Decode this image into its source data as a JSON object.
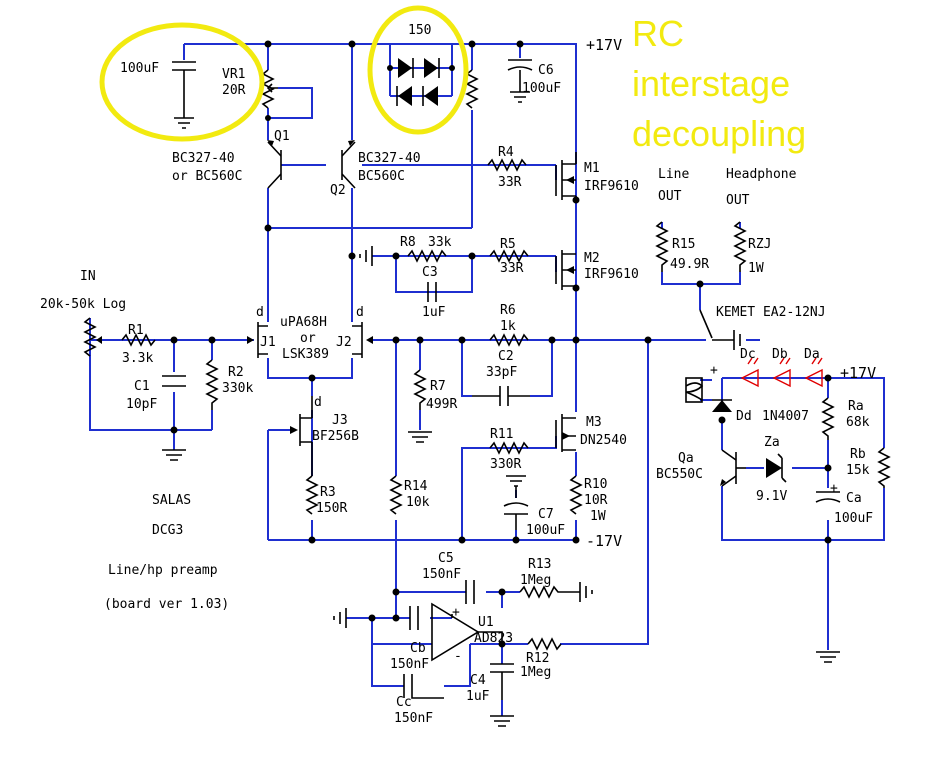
{
  "annotation": {
    "line1": "RC",
    "line2": "interstage",
    "line3": "decoupling",
    "color": "#f2ea10"
  },
  "rails": {
    "pos": "+17V",
    "pos2": "+17V",
    "neg": "-17V"
  },
  "title": {
    "line1": "SALAS",
    "line2": "DCG3",
    "line3": "Line/hp preamp",
    "line4": "(board ver 1.03)"
  },
  "input": {
    "label": "IN",
    "pot": "20k-50k Log"
  },
  "outputs": {
    "line_label1": "Line",
    "line_label2": "OUT",
    "hp_label1": "Headphone",
    "hp_label2": "OUT"
  },
  "relay": {
    "label": "KEMET EA2-12NJ"
  },
  "components": {
    "cap_100uf": "100uF",
    "vr1_name": "VR1",
    "vr1_value": "20R",
    "diodes_value": "150",
    "c6_name": "C6",
    "c6_value": "100uF",
    "q1_name": "Q1",
    "q1_part1": "BC327-40",
    "q1_part2": "or BC560C",
    "q2_name": "Q2",
    "q2_part1": "BC327-40",
    "q2_part2": "BC560C",
    "r4_name": "R4",
    "r4_value": "33R",
    "m1_name": "M1",
    "m1_part": "IRF9610",
    "r8_name": "R8",
    "r8_value": "33k",
    "c3_name": "C3",
    "c3_value": "1uF",
    "r5_name": "R5",
    "r5_value": "33R",
    "m2_name": "M2",
    "m2_part": "IRF9610",
    "r15_name": "R15",
    "r15_value": "49.9R",
    "rzj_name": "RZJ",
    "rzj_value": "1W",
    "r1_name": "R1",
    "r1_value": "3.3k",
    "r2_name": "R2",
    "r2_value": "330k",
    "c1_name": "C1",
    "c1_value": "10pF",
    "j1_name": "J1",
    "j2_name": "J2",
    "pair_part1": "uPA68H",
    "pair_part2": "or",
    "pair_part3": "LSK389",
    "drain": "d",
    "r6_name": "R6",
    "r6_value": "1k",
    "c2_name": "C2",
    "c2_value": "33pF",
    "r7_name": "R7",
    "r7_value": "499R",
    "j3_name": "J3",
    "j3_part": "BF256B",
    "r3_name": "R3",
    "r3_value": "150R",
    "r14_name": "R14",
    "r14_value": "10k",
    "m3_name": "M3",
    "m3_part": "DN2540",
    "r11_name": "R11",
    "r11_value": "330R",
    "r10_name": "R10",
    "r10_value": "10R",
    "r10_power": "1W",
    "c7_name": "C7",
    "c7_value": "100uF",
    "c5_name": "C5",
    "c5_value": "150nF",
    "r13_name": "R13",
    "r13_value": "1Meg",
    "u1_name": "U1",
    "u1_part": "AD823",
    "r12_name": "R12",
    "r12_value": "1Meg",
    "cb_name": "Cb",
    "cb_value": "150nF",
    "cc_name": "Cc",
    "cc_value": "150nF",
    "c4_name": "C4",
    "c4_value": "1uF",
    "dc_name": "Dc",
    "db_name": "Db",
    "da_name": "Da",
    "dd_name": "Dd",
    "dd_part": "1N4007",
    "ra_name": "Ra",
    "ra_value": "68k",
    "rb_name": "Rb",
    "rb_value": "15k",
    "qa_name": "Qa",
    "qa_part": "BC550C",
    "za_name": "Za",
    "za_value": "9.1V",
    "ca_name": "Ca",
    "ca_value": "100uF",
    "plus": "+",
    "minus": "-"
  }
}
